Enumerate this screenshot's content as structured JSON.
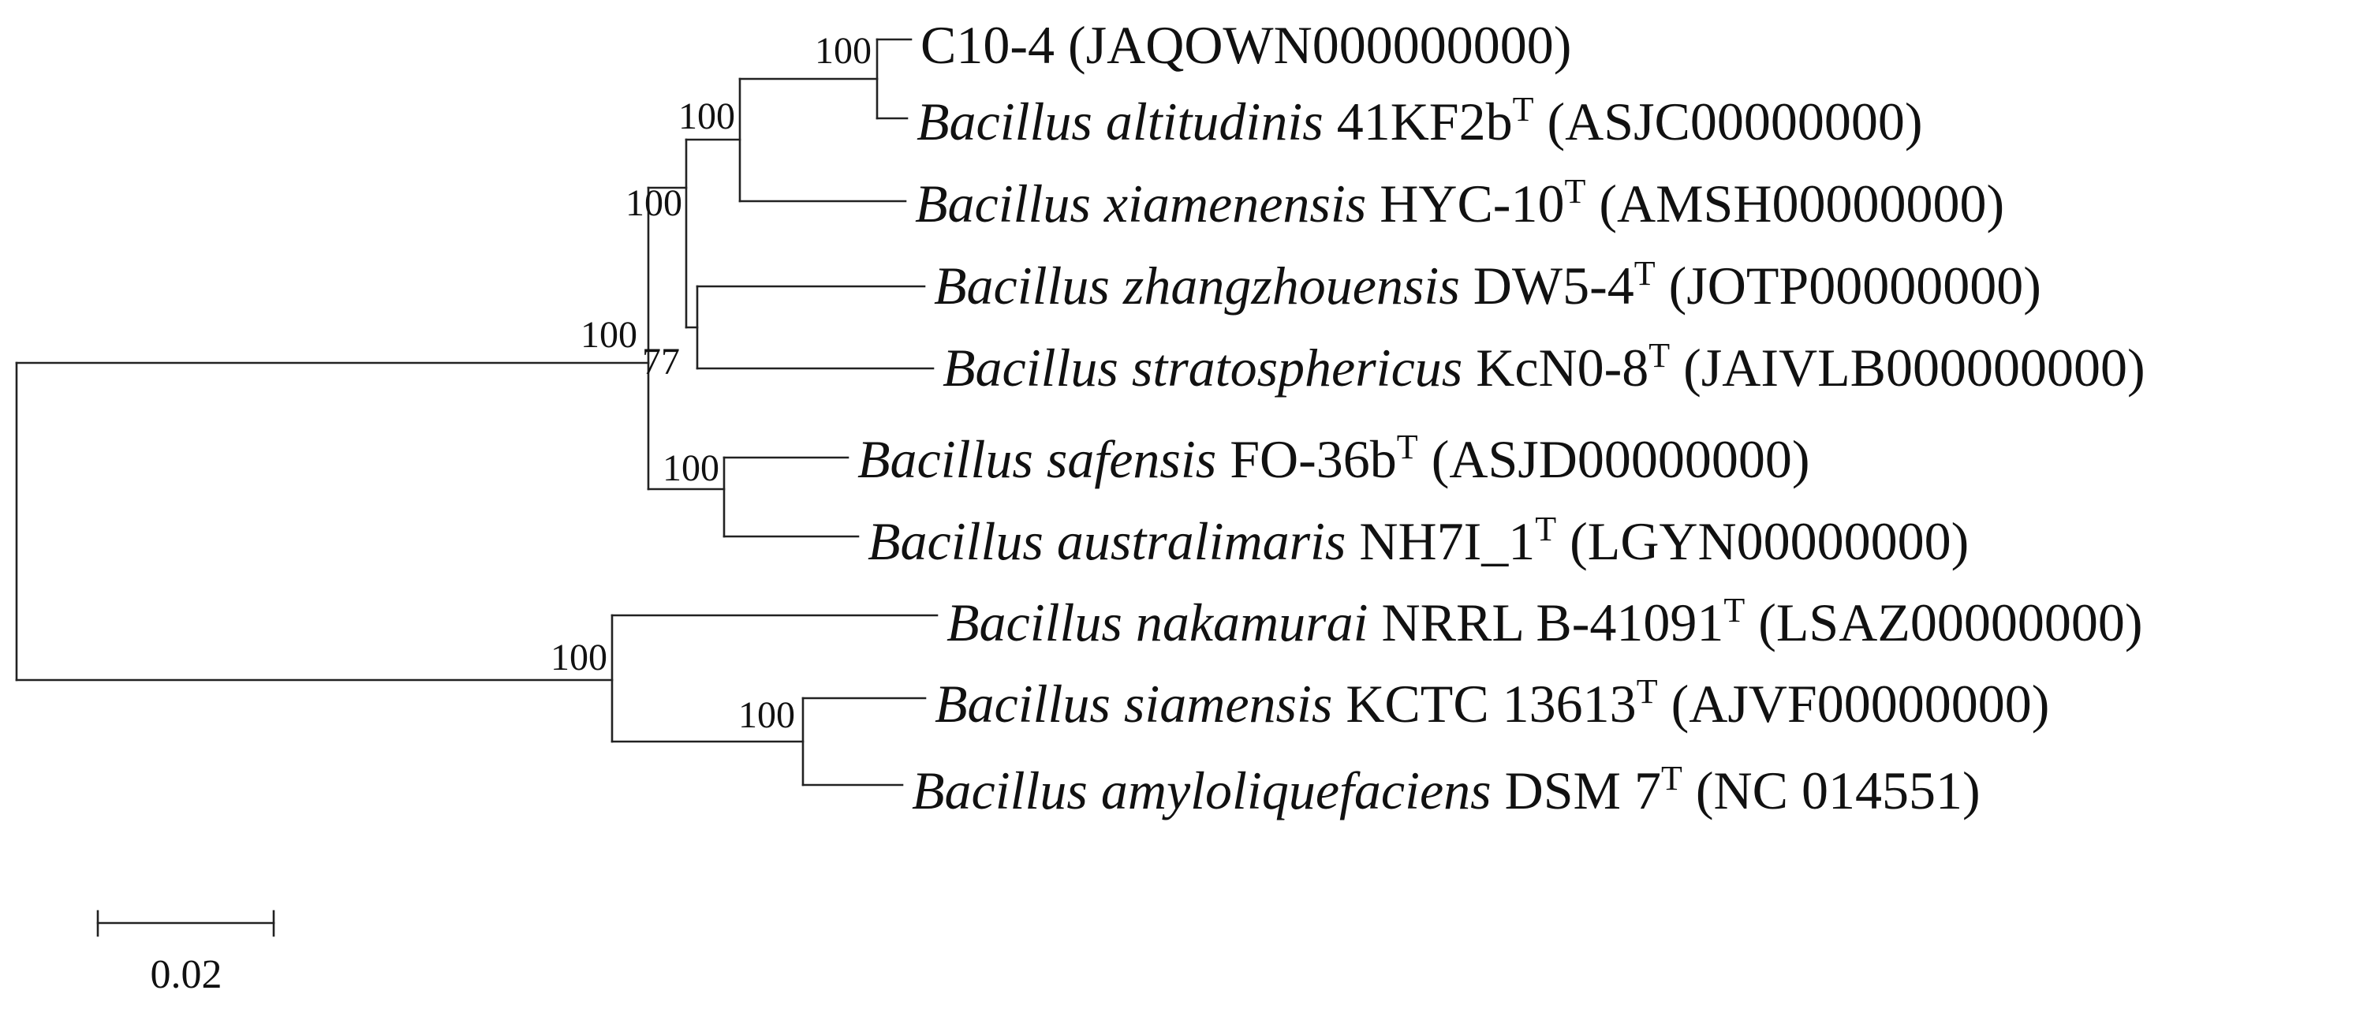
{
  "tree": {
    "taxa": [
      {
        "id": "c10",
        "italic": "",
        "rest": "C10-4 (JAQOWN000000000)",
        "type_strain": false,
        "accession": ""
      },
      {
        "id": "alt",
        "italic": "Bacillus altitudinis",
        "rest": "41KF2b",
        "type_strain": true,
        "accession": "(ASJC00000000)"
      },
      {
        "id": "xia",
        "italic": "Bacillus xiamenensis",
        "rest": "HYC-10",
        "type_strain": true,
        "accession": "(AMSH00000000)"
      },
      {
        "id": "zha",
        "italic": "Bacillus zhangzhouensis",
        "rest": "DW5-4",
        "type_strain": true,
        "accession": "(JOTP00000000)"
      },
      {
        "id": "str",
        "italic": "Bacillus stratosphericus",
        "rest": "KcN0-8",
        "type_strain": true,
        "accession": "(JAIVLB000000000)"
      },
      {
        "id": "saf",
        "italic": "Bacillus safensis",
        "rest": "FO-36b",
        "type_strain": true,
        "accession": "(ASJD00000000)"
      },
      {
        "id": "aus",
        "italic": "Bacillus australimaris",
        "rest": "NH7I_1",
        "type_strain": true,
        "accession": "(LGYN00000000)"
      },
      {
        "id": "nak",
        "italic": "Bacillus nakamurai",
        "rest": "NRRL B-41091",
        "type_strain": true,
        "accession": "(LSAZ00000000)"
      },
      {
        "id": "sia",
        "italic": "Bacillus siamensis",
        "rest": "KCTC 13613",
        "type_strain": true,
        "accession": "(AJVF00000000)"
      },
      {
        "id": "amy",
        "italic": "Bacillus amyloliquefaciens",
        "rest": "DSM 7",
        "type_strain": true,
        "accession": "(NC 014551)"
      }
    ],
    "type_superscript": "T",
    "bootstrap": {
      "c10_alt": "100",
      "c10_xia": "100",
      "pumilus_core": "100",
      "zha_str": "77",
      "pumilus_group": "100",
      "saf_aus": "100",
      "amy_group": "100",
      "sia_amy": "100"
    },
    "scale_bar_label": "0.02"
  }
}
